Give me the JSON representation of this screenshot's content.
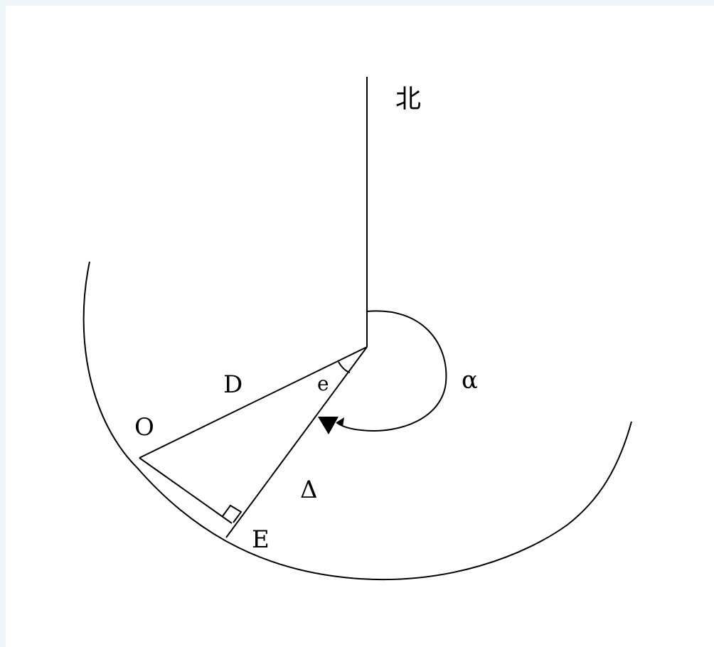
{
  "labels": {
    "north": "北",
    "D": "D",
    "e": "e",
    "alpha": "α",
    "O": "O",
    "delta": "Δ",
    "E": "E"
  },
  "colors": {
    "background_frame": "#eef6f8",
    "canvas": "#ffffff",
    "ink": "#000000"
  },
  "icons": {
    "station_marker": "filled-inverted-triangle-icon",
    "right_angle_marker": "right-angle-square-icon"
  }
}
